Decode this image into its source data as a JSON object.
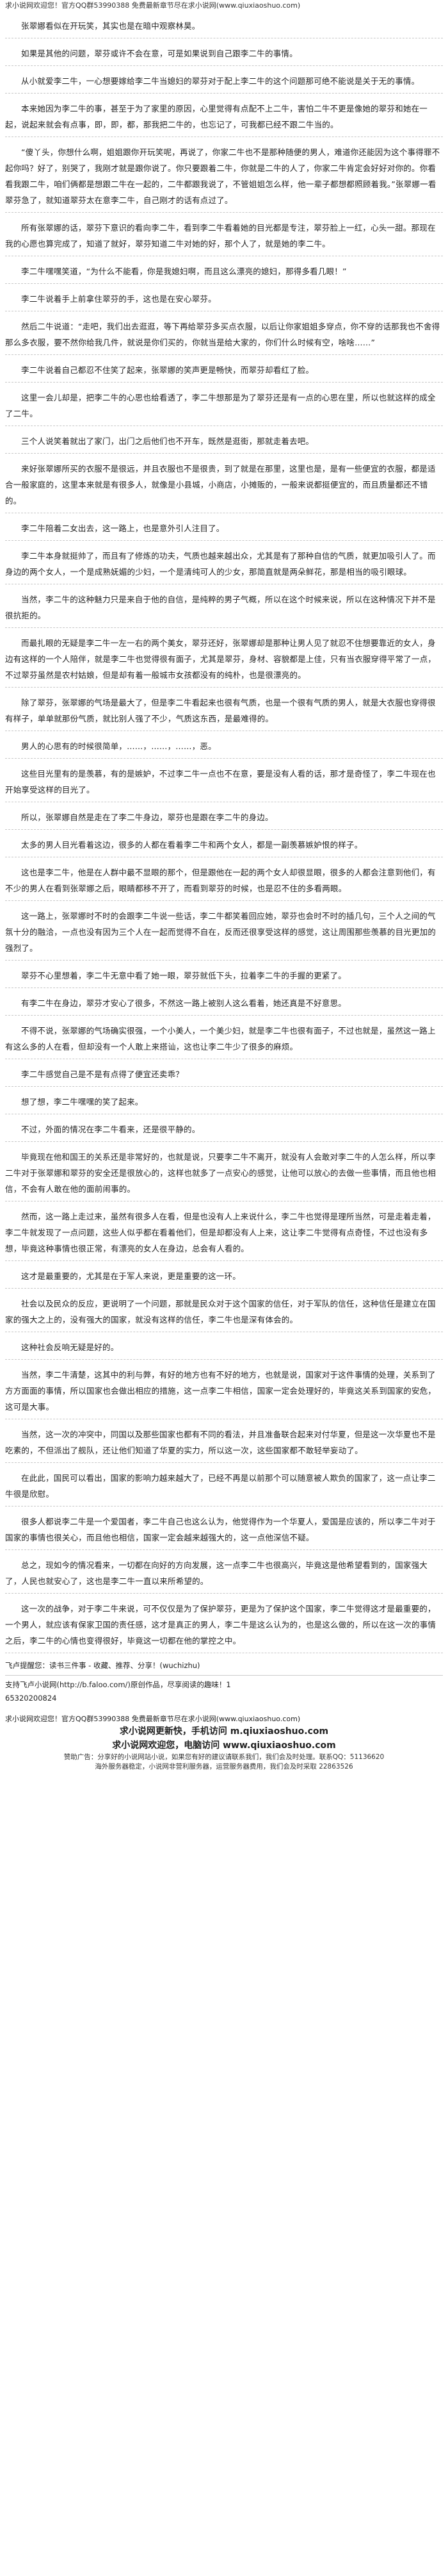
{
  "top_banner": "求小说网欢迎您！官方QQ群53990388 免费最新章节尽在求小说网(www.qiuxiaoshuo.com)",
  "paragraphs": [
    "张翠娜看似在开玩笑，其实也是在暗中观察林昊。",
    "如果是其他的问题，翠芬或许不会在意，可是如果说到自己跟李二牛的事情。",
    "从小就爱李二牛，一心想要嫁给李二牛当媳妇的翠芬对于配上李二牛的这个问题那可绝不能说是关于无的事情。",
    "本来她因为李二牛的事，甚至于为了家里的原因，心里觉得有点配不上二牛，害怕二牛不更是像她的翠芬和她在一起，说起来就会有点事，即，即，都，那我把二牛的，也忘记了，可我都已经不跟二牛当的。",
    "“傻丫头，你想什么啊，姐姐跟你开玩笑呢，再说了，你家二牛也不是那种随便的男人，难道你还能因为这个事得罪不起你吗？好了，别哭了，我刚才就是跟你说了。你只要跟着二牛，你就是二牛的人了，你家二牛肯定会好好对你的。你看看我跟二牛，咱们俩都是想跟二牛在一起的，二牛都跟我说了，不管姐姐怎么样，他一辈子都想都照顾着我。”张翠娜一看翠芬急了，就知道翠芬太在意李二牛，自己刚才的话有点过了。",
    "所有张翠娜的话，翠芬下意识的看向李二牛，看到李二牛看着她的目光都是专注，翠芬脸上一红，心头一甜。那现在我的心愿也算完成了，知道了就好，翠芬知道二牛对她的好，那个人了，就是她的李二牛。",
    "李二牛嘿嘿笑道，“为什么不能看，你是我媳妇啊，而且这么漂亮的媳妇，那得多看几眼！”",
    "李二牛说着手上前拿住翠芬的手，这也是在安心翠芬。",
    "然后二牛说道：“走吧，我们出去逛逛，等下再给翠芬多买点衣服，以后让你家姐姐多穿点，你不穿的话那我也不舍得那么多衣服，要不然你给我几件，就说是你们买的，你就当是给大家的，你们什么时候有空，啥啥……”",
    "李二牛说着自己都忍不住笑了起来，张翠娜的笑声更是畅快，而翠芬却看红了脸。",
    "这里一会儿却是，把李二牛的心思也给看透了，李二牛想那是为了翠芬还是有一点的心思在里，所以也就这样的成全了二牛。",
    "三个人说笑着就出了家门，出门之后他们也不开车，既然是逛街，那就走着去吧。",
    "来好张翠娜所买的衣服不是很远，并且衣服也不是很贵，到了就是在那里，这里也是，是有一些便宜的衣服，都是适合一般家庭的，这里本来就是有很多人，就像是小县城，小商店，小摊贩的，一般来说都挺便宜的，而且质量都还不错的。",
    "李二牛陪着二女出去，这一路上，也是意外引人注目了。",
    "李二牛本身就挺帅了，而且有了修炼的功夫，气质也越来越出众，尤其是有了那种自信的气质，就更加吸引人了。而身边的两个女人，一个是成熟妩媚的少妇，一个是清纯可人的少女，那简直就是两朵鲜花，那是相当的吸引眼球。",
    "当然，李二牛的这种魅力只是来自于他的自信，是纯粹的男子气概，所以在这个时候来说，所以在这种情况下并不是很抗拒的。",
    "而最扎眼的无疑是李二牛一左一右的两个美女，翠芬还好，张翠娜却是那种让男人见了就忍不住想要靠近的女人，身边有这样的一个人陪伴，就是李二牛也觉得很有面子，尤其是翠芬，身材、容貌都是上佳，只有当衣服穿得平常了一点，不过翠芬虽然是农村姑娘，但是却有着一般城市女孩都没有的纯朴，也是很漂亮的。",
    "除了翠芬，张翠娜的气场是最大了，但是李二牛看起来也很有气质，也是一个很有气质的男人，就是大衣服也穿得很有样子，单单就那份气质，就比别人强了不少，气质这东西，是最难得的。",
    "男人的心思有的时候很简单，……，……，……，恶。",
    "这些目光里有的是羡慕，有的是嫉妒，不过李二牛一点也不在意，要是没有人看的话，那才是奇怪了，李二牛现在也开始享受这样的目光了。",
    "所以，张翠娜自然是走在了李二牛身边，翠芬也是跟在李二牛的身边。",
    "太多的男人目光看着这边，很多的人都在看着李二牛和两个女人，都是一副羡慕嫉妒恨的样子。",
    "这也是李二牛，他是在人群中最不显眼的那个，但是跟他在一起的两个女人却很显眼，很多的人都会注意到他们，有不少的男人在看到张翠娜之后，眼睛都移不开了，而看到翠芬的时候，也是忍不住的多看两眼。",
    "这一路上，张翠娜时不时的会跟李二牛说一些话，李二牛都笑着回应她，翠芬也会时不时的插几句，三个人之间的气氛十分的融洽，一点也没有因为三个人在一起而觉得不自在，反而还很享受这样的感觉，这让周围那些羡慕的目光更加的强烈了。",
    "翠芬不心里想着，李二牛无意中看了她一眼，翠芬就低下头，拉着李二牛的手握的更紧了。",
    "有李二牛在身边，翠芬才安心了很多，不然这一路上被别人这么看着，她还真是不好意思。",
    "不得不说，张翠娜的气场确实很强，一个小美人，一个美少妇，就是李二牛也很有面子，不过也就是，虽然这一路上有这么多的人在看，但却没有一个人敢上来搭讪，这也让李二牛少了很多的麻烦。",
    "李二牛感觉自己是不是有点得了便宜还卖乖？",
    "想了想，李二牛嘿嘿的笑了起来。",
    "不过，外面的情况在李二牛看来，还是很平静的。",
    "毕竟现在他和国王的关系还是非常好的，也就是说，只要李二牛不离开，就没有人会敢对李二牛的人怎么样，所以李二牛对于张翠娜和翠芬的安全还是很放心的，这样也就多了一点安心的感觉，让他可以放心的去做一些事情，而且他也相信，不会有人敢在他的面前闹事的。",
    "然而，这一路上走过来，虽然有很多人在看，但是也没有人上来说什么，李二牛也觉得是理所当然，可是走着走着，李二牛就发现了一点问题，这些人似乎都在看着他们，但是却都没有人上来，这让李二牛觉得有点奇怪，不过也没有多想，毕竟这种事情也很正常，有漂亮的女人在身边，总会有人看的。",
    "这才是最重要的，尤其是在于军人来说，更是重要的这一环。",
    "社会以及民众的反应，更说明了一个问题，那就是民众对于这个国家的信任，对于军队的信任，这种信任是建立在国家的强大之上的，没有强大的国家，就没有这样的信任，李二牛也是深有体会的。",
    "这种社会反响无疑是好的。",
    "当然，李二牛清楚，这其中的利与弊，有好的地方也有不好的地方，也就是说，国家对于这件事情的处理，关系到了方方面面的事情，所以国家也会做出相应的措施，这一点李二牛相信，国家一定会处理好的，毕竟这关系到国家的安危，这可是大事。",
    "当然，这一次的冲突中，同国以及那些国家也都有不同的看法，并且准备联合起来对付华夏，但是这一次华夏也不是吃素的，不但派出了舰队，还让他们知道了华夏的实力，所以这一次，这些国家都不敢轻举妄动了。",
    "在此此，国民可以看出，国家的影响力越来越大了，已经不再是以前那个可以随意被人欺负的国家了，这一点让李二牛很是欣慰。",
    "很多人都说李二牛是一个爱国者，李二牛自己也这么认为，他觉得作为一个华夏人，爱国是应该的，所以李二牛对于国家的事情也很关心，而且他也相信，国家一定会越来越强大的，这一点他深信不疑。",
    "总之，现如今的情况看来，一切都在向好的方向发展，这一点李二牛也很高兴，毕竟这是他希望看到的，国家强大了，人民也就安心了，这也是李二牛一直以来所希望的。",
    "这一次的战争，对于李二牛来说，可不仅仅是为了保护翠芬，更是为了保护这个国家，李二牛觉得这才是最重要的，一个男人，就应该有保家卫国的责任感，这才是真正的男人，李二牛是这么认为的，也是这么做的，所以在这一次的事情之后，李二牛的心情也变得很好，毕竟这一切都在他的掌控之中。"
  ],
  "end_note": "飞卢提醒您：读书三件事 - 收藏、推荐、分享！(wuchizhu)",
  "signature_line": "支持飞卢小说网(http://b.faloo.com/)原创作品，尽享阅读的趣味！1",
  "code_line": "65320200824",
  "footer": {
    "line1": "求小说网欢迎您！官方QQ群53990388 免费最新章节尽在求小说网(www.qiuxiaoshuo.com)",
    "big1": "求小说网更新快，手机访问 m.qiuxiaoshuo.com",
    "big2": "求小说网欢迎您，电脑访问 www.qiuxiaoshuo.com",
    "small1": "赞助广告：分享好的小说网站小说，如果您有好的建议请联系我们，我们会及时处理。联系QQ：51136620",
    "small2": "海外服务器稳定，小说网非营利服务器，运营服务器费用，我们会及时采取 22863526"
  }
}
